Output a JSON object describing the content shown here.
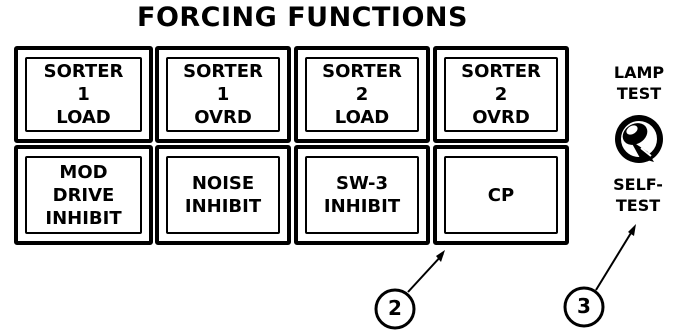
{
  "panel": {
    "title": "FORCING FUNCTIONS",
    "buttons_row1": [
      {
        "lines": [
          "SORTER",
          "1",
          "LOAD"
        ]
      },
      {
        "lines": [
          "SORTER",
          "1",
          "OVRD"
        ]
      },
      {
        "lines": [
          "SORTER",
          "2",
          "LOAD"
        ]
      },
      {
        "lines": [
          "SORTER",
          "2",
          "OVRD"
        ]
      }
    ],
    "buttons_row2": [
      {
        "lines": [
          "MOD",
          "DRIVE",
          "INHIBIT"
        ]
      },
      {
        "lines": [
          "NOISE",
          "INHIBIT"
        ]
      },
      {
        "lines": [
          "SW-3",
          "INHIBIT"
        ]
      },
      {
        "lines": [
          "CP"
        ]
      }
    ]
  },
  "toggle": {
    "top_label": [
      "LAMP",
      "TEST"
    ],
    "bottom_label": [
      "SELF-",
      "TEST"
    ]
  },
  "callouts": [
    {
      "number": "2"
    },
    {
      "number": "3"
    }
  ]
}
